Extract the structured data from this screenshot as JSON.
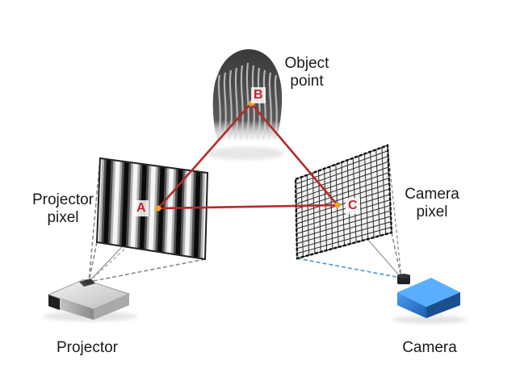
{
  "labels": {
    "object_point": [
      "Object",
      "point"
    ],
    "projector_pixel": [
      "Projector",
      "pixel"
    ],
    "camera_pixel": [
      "Camera",
      "pixel"
    ],
    "projector": "Projector",
    "camera": "Camera"
  },
  "points": {
    "a": "A",
    "b": "B",
    "c": "C"
  },
  "colors": {
    "triangle": "#b52a2a",
    "point_marker": "#f0a020",
    "point_text": "#c4262e",
    "camera_body": "#2f7fd6",
    "projector_frustum": "#777777",
    "camera_frustum": "#5aa0d8"
  },
  "projector_pattern": {
    "stripe_count": 6
  },
  "camera_grid": {
    "divisions": 16
  }
}
